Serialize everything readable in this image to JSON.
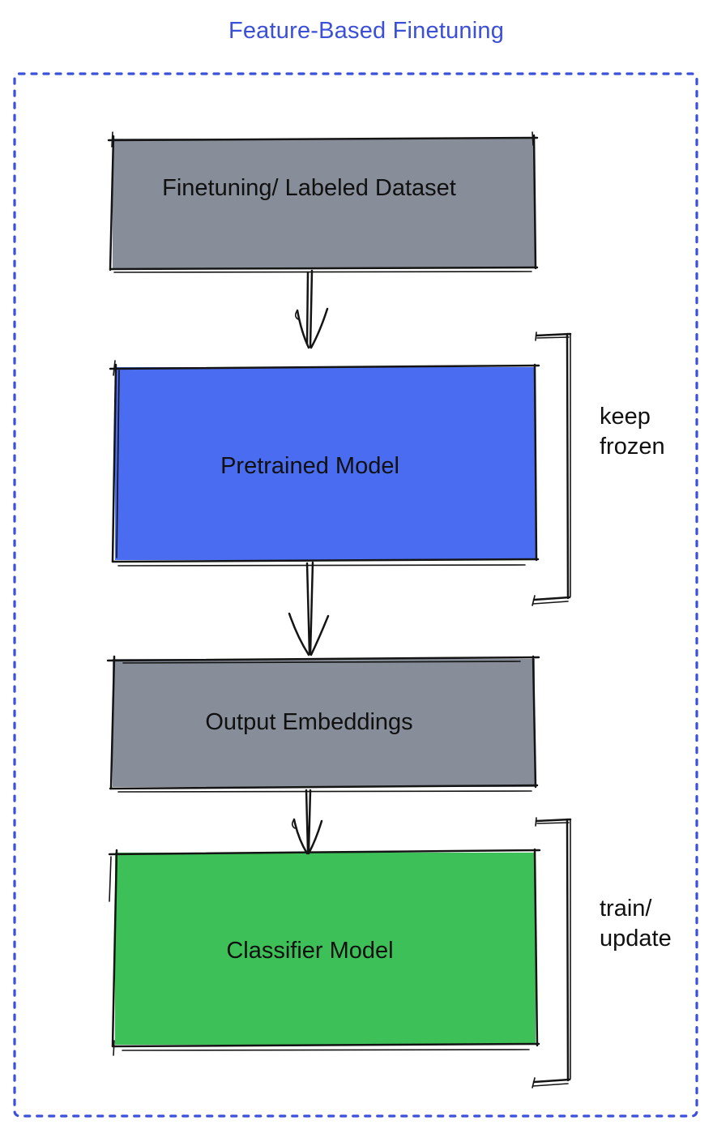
{
  "title": "Feature-Based Finetuning",
  "colors": {
    "title_blue": "#3b4fd9",
    "border_blue": "#3b51d9",
    "box_gray": "#878e99",
    "box_blue": "#4a6cf0",
    "box_green": "#3ec058",
    "ink": "#141414"
  },
  "boxes": [
    {
      "label": "Finetuning/ Labeled Dataset"
    },
    {
      "label": "Pretrained Model"
    },
    {
      "label": "Output Embeddings"
    },
    {
      "label": "Classifier Model"
    }
  ],
  "annotations": [
    {
      "lines": [
        "keep",
        "frozen"
      ]
    },
    {
      "lines": [
        "train/",
        "update"
      ]
    }
  ]
}
